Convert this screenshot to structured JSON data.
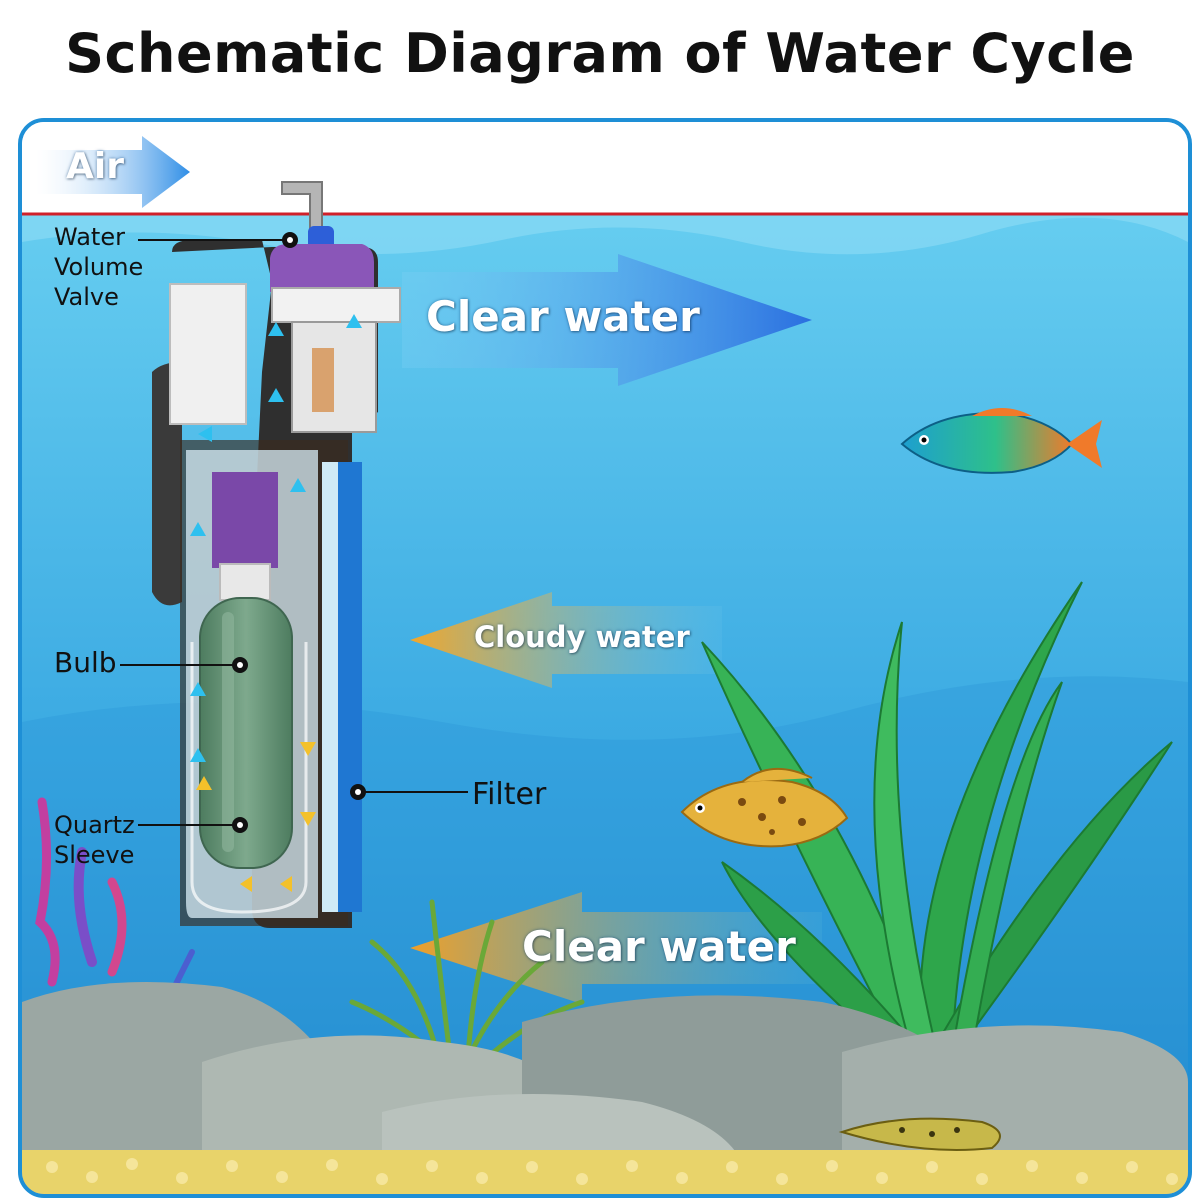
{
  "title": "Schematic Diagram of Water Cycle",
  "arrows": {
    "air": "Air",
    "clear_water_top": "Clear water",
    "cloudy_water": "Cloudy water",
    "clear_water_bottom": "Clear water"
  },
  "labels": {
    "water_volume_valve": [
      "Water",
      "Volume",
      "Valve"
    ],
    "bulb": "Bulb",
    "quartz_sleeve": [
      "Quartz",
      "Sleeve"
    ],
    "filter": "Filter"
  },
  "colors": {
    "frame_border": "#1e8fd6",
    "water_surface_line": "#d0202a",
    "water_top": "#5cc8ee",
    "water_bottom": "#1e8ad0",
    "arrow_blue": "#2a7fe0",
    "arrow_orange": "#f2a72a",
    "plant_green": "#2fa24a",
    "bulb_green": "#5f8f72"
  },
  "icons": [
    "fish-icon",
    "plant-icon",
    "rock-icon",
    "gravel-icon",
    "uv-filter-device"
  ]
}
